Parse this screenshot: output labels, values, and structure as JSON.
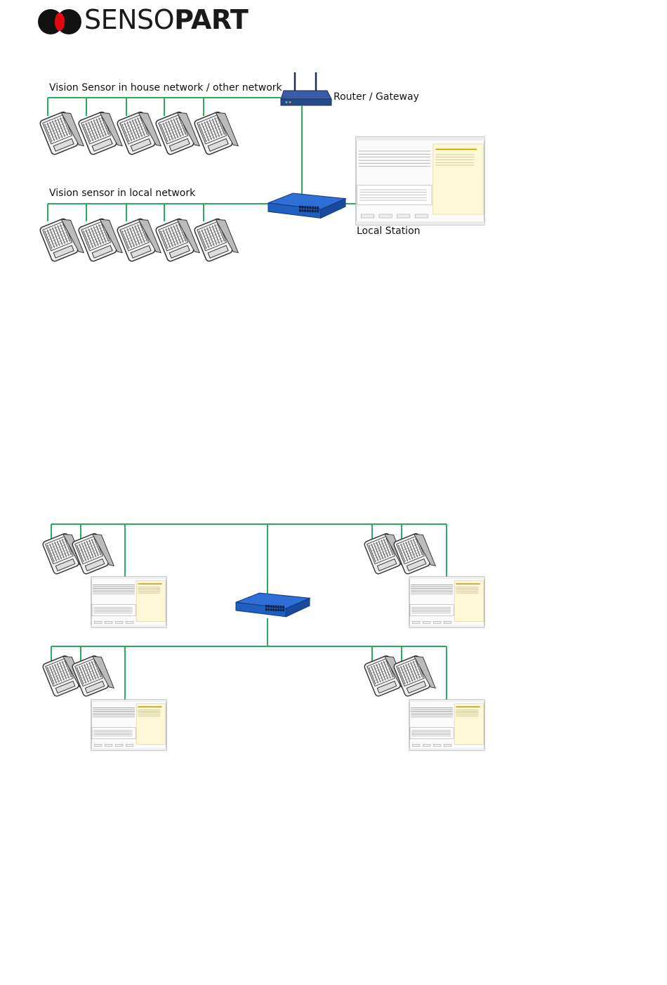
{
  "logo": {
    "text_light": "SENSO",
    "text_bold": "PART",
    "mark_colors": {
      "black": "#111111",
      "red": "#e30613"
    }
  },
  "diagram1": {
    "label_house_network": "Vision Sensor in house network / other network",
    "label_router": "Router / Gateway",
    "label_local_network": "Vision sensor in local network",
    "label_local_station": "Local Station"
  },
  "colors": {
    "cable": "#2bab5b",
    "switch_blue": "#1f5fbf",
    "router_blue": "#274a8a",
    "panel_yellow": "#fff8d6"
  },
  "icons": {
    "camera": "vision-sensor-icon",
    "router": "router-icon",
    "switch": "network-switch-icon",
    "station": "software-window-icon"
  }
}
